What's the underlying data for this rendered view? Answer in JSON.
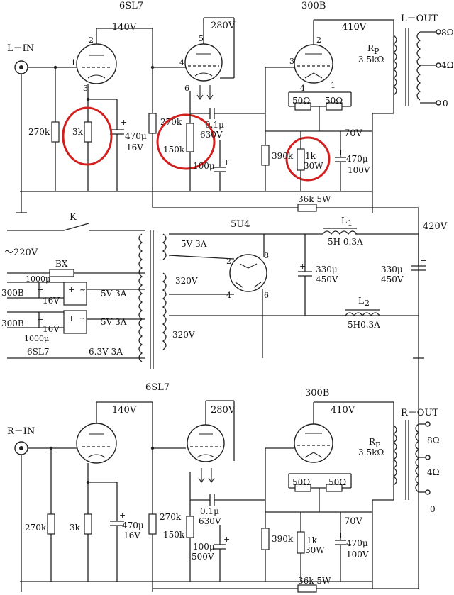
{
  "tubes": {
    "l_driver": "6SL7",
    "l_output": "300B",
    "rectifier": "5U4",
    "r_driver": "6SL7",
    "r_output": "300B"
  },
  "voltages": {
    "l_140": "140V",
    "l_280": "280V",
    "l_410": "410V",
    "l_70": "70V",
    "supply_420": "420V",
    "r_140": "140V",
    "r_280": "280V",
    "r_410": "410V",
    "r_70": "70V"
  },
  "inputs": {
    "left": "L－IN",
    "right": "R－IN"
  },
  "outputs": {
    "left": "L－OUT",
    "right": "R－OUT",
    "rp": "RP",
    "rp_l_main": "R",
    "rp_l_sub": "P",
    "rp_value": "3.5kΩ",
    "tap_8": "8Ω",
    "tap_4": "4Ω",
    "tap_0": "0"
  },
  "pins": {
    "l1": "1",
    "l2": "2",
    "l3": "3",
    "l4": "4",
    "l5": "5",
    "l6": "6",
    "o3": "3",
    "o2": "2",
    "o4": "4",
    "o1": "1",
    "rect8": "8",
    "rect2": "2",
    "rect4": "4",
    "rect6": "6"
  },
  "left_parts": {
    "r270k_a": "270k",
    "r3k": "3k",
    "c470": "470μ",
    "c470_v": "16V",
    "r270k_b": "270k",
    "r150k": "150k",
    "c01": "0.1μ",
    "c01_v": "630V",
    "c100": "100μ",
    "r390k": "390k",
    "r50a": "50Ω",
    "r50b": "50Ω",
    "r1k": "1k",
    "r1k_w": "30W",
    "c470b": "470μ",
    "c470b_v": "100V",
    "r36k": "36k 5W"
  },
  "psu": {
    "switch": "K",
    "mains": "～220V",
    "fuse": "BX",
    "w5v3a": "5V 3A",
    "w320a": "320V",
    "w320b": "320V",
    "c1000a": "1000μ",
    "c1000b": "1000μ",
    "f300b_a": "300B",
    "f300b_b": "300B",
    "f6sl7": "6SL7",
    "c16a": "16V",
    "c16b": "16V",
    "f5v_a": "5V 3A",
    "f5v_b": "5V 3A",
    "f63v": "6.3V 3A",
    "l1": "L1",
    "l1_main": "L",
    "l1_sub": "1",
    "l1_spec": "5H 0.3A",
    "l2_main": "L",
    "l2_sub": "2",
    "l2_spec": "5H0.3A",
    "c330a": "330μ",
    "c330a_v": "450V",
    "c330b": "330μ",
    "c330b_v": "450V"
  },
  "right_parts": {
    "r270k_a": "270k",
    "r3k": "3k",
    "c470": "470μ",
    "c470_v": "16V",
    "r270k_b": "270k",
    "r150k": "150k",
    "c01": "0.1μ",
    "c01_v": "630V",
    "c100": "100μ",
    "c100_v": "500V",
    "r390k": "390k",
    "r50a": "50Ω",
    "r50b": "50Ω",
    "r1k": "1k",
    "r1k_w": "30W",
    "c470b": "470μ",
    "c470b_v": "100V",
    "r36k": "36k 5W",
    "rp_main": "R",
    "rp_sub": "P",
    "rp_value": "3.5kΩ"
  },
  "highlight_color": "#d21f1f"
}
